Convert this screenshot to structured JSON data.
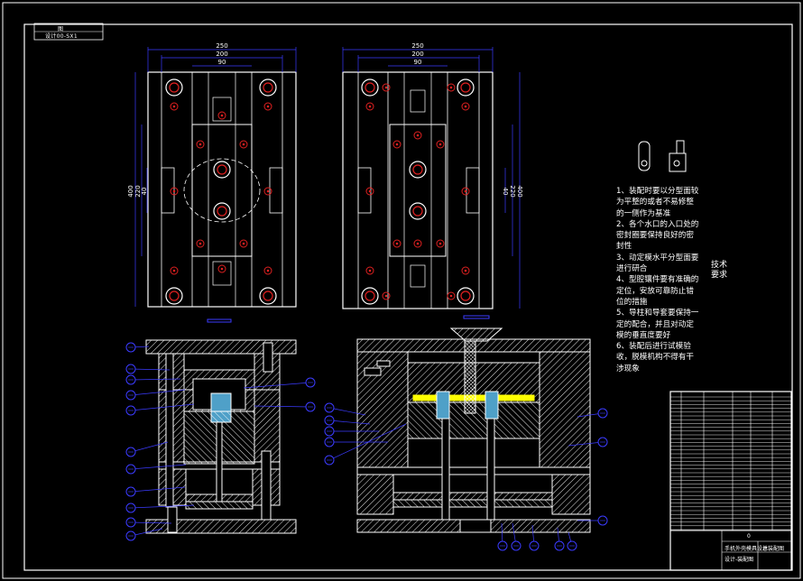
{
  "stamp": {
    "line1": "图",
    "line2": "设计00-SX1"
  },
  "dimensions": {
    "left_view": {
      "overall_width": "250",
      "middle_width": "200",
      "inner_width": "90",
      "height_outer": "400",
      "height_mid": "220",
      "height_inner": "40"
    },
    "right_view": {
      "overall_width": "250",
      "middle_width": "200",
      "inner_width": "90",
      "height_outer": "400",
      "height_mid": "220",
      "height_inner": "40"
    }
  },
  "technical_requirements": {
    "title": "技术要求",
    "lines": [
      "1、装配时要以分型面较",
      "为平整的或者不易修整",
      "的一侧作为基准",
      "2、各个水口的入口处的",
      "密封圈要保持良好的密",
      "封性",
      "3、动定模水平分型面要",
      "进行研合",
      "4、型腔镶件要有准确的",
      "定位，安放可靠防止错",
      "位的措施",
      "5、导柱和导套要保持一",
      "定的配合，并且对动定",
      "模的垂直度要好",
      "6、装配后进行试模验",
      "收，脱模机构不得有干",
      "涉现象"
    ]
  },
  "title_block": {
    "name": "手机外壳模具设计",
    "drawing": "总装配图",
    "code": "设计-装配图",
    "sheet": "0"
  },
  "colors": {
    "line": "#ffffff",
    "dim": "#3b3bff",
    "hole": "#e02020",
    "cavity": "#4fa0c8",
    "gate": "#ffff00",
    "bg": "#000000"
  }
}
